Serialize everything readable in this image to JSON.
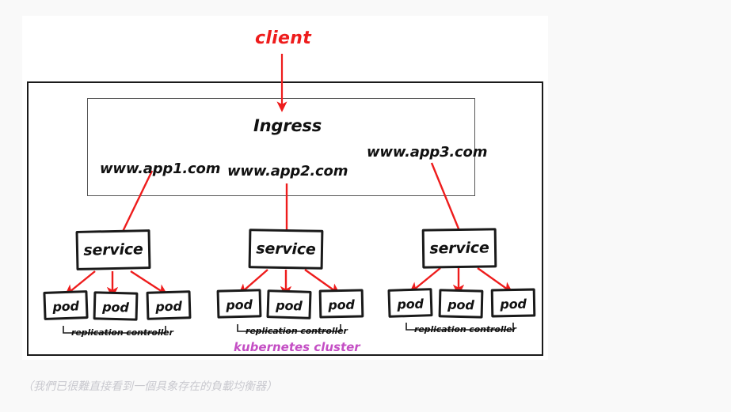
{
  "diagram": {
    "title_text": "client",
    "ingress_label": "Ingress",
    "cluster_label": "kubernetes cluster",
    "caption": "（我們已很難直接看到一個具象存在的負載均衡器）",
    "colors": {
      "arrow_red": "#ee1c1c",
      "client_red": "#ee1c1c",
      "cluster_purple": "#c44ec4",
      "box_black": "#1a1a1a",
      "ingress_border": "#555555",
      "caption_gray": "#c9c9cf",
      "page_background": "#f9f9f9",
      "sheet_background": "#ffffff"
    },
    "routes": [
      {
        "host": "www.app1.com"
      },
      {
        "host": "www.app2.com"
      },
      {
        "host": "www.app3.com"
      }
    ],
    "groups": [
      {
        "service_label": "service",
        "rc_label": "replication controller",
        "pods": [
          {
            "label": "pod"
          },
          {
            "label": "pod"
          },
          {
            "label": "pod"
          }
        ]
      },
      {
        "service_label": "service",
        "rc_label": "replication controller",
        "pods": [
          {
            "label": "pod"
          },
          {
            "label": "pod"
          },
          {
            "label": "pod"
          }
        ]
      },
      {
        "service_label": "service",
        "rc_label": "replication controller",
        "pods": [
          {
            "label": "pod"
          },
          {
            "label": "pod"
          },
          {
            "label": "pod"
          }
        ]
      }
    ]
  }
}
